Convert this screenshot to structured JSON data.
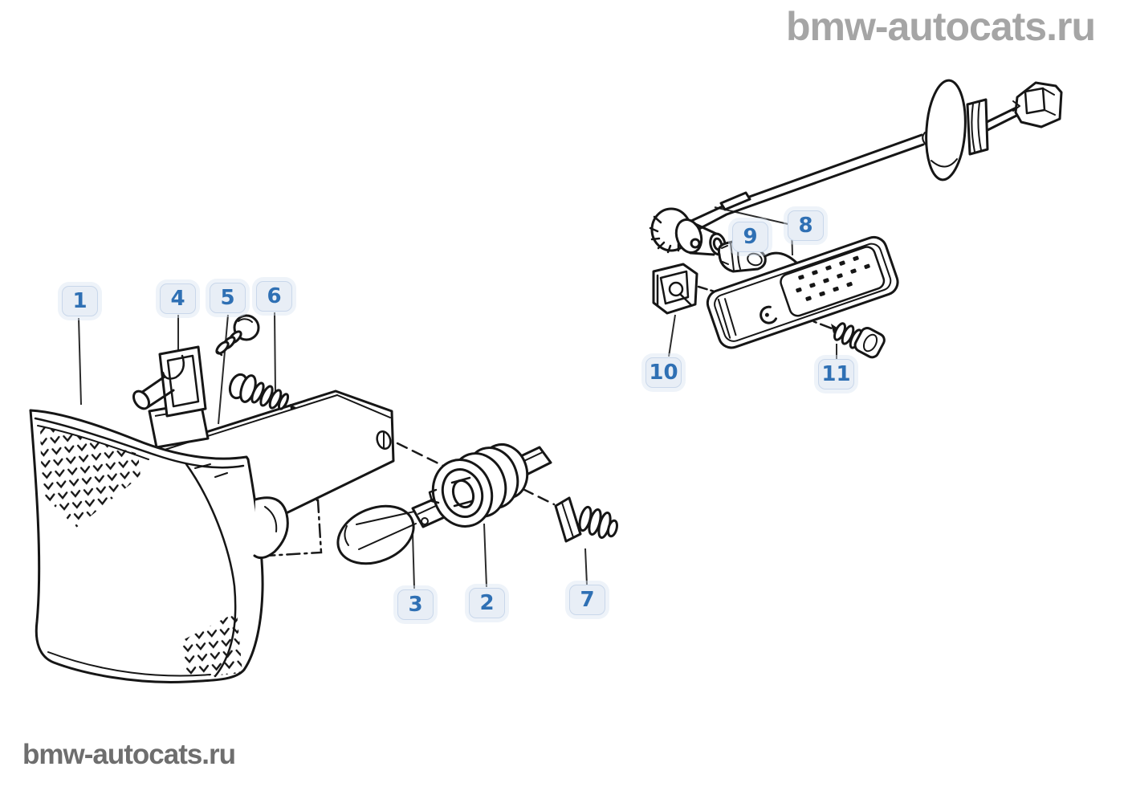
{
  "watermarks": {
    "top_right": "bmw-autocats.ru",
    "bottom_left": "bmw-autocats.ru"
  },
  "colors": {
    "badge_fill": "#e8eef6",
    "badge_border": "#c9d7ea",
    "badge_text": "#2f70b4",
    "line": "#161616",
    "watermark_top": "#a5a5a5",
    "watermark_bottom": "#6e6e6e"
  },
  "badges": [
    {
      "number": "1"
    },
    {
      "number": "4"
    },
    {
      "number": "5"
    },
    {
      "number": "6"
    },
    {
      "number": "3"
    },
    {
      "number": "2"
    },
    {
      "number": "7"
    },
    {
      "number": "8"
    },
    {
      "number": "9"
    },
    {
      "number": "10"
    },
    {
      "number": "11"
    }
  ]
}
